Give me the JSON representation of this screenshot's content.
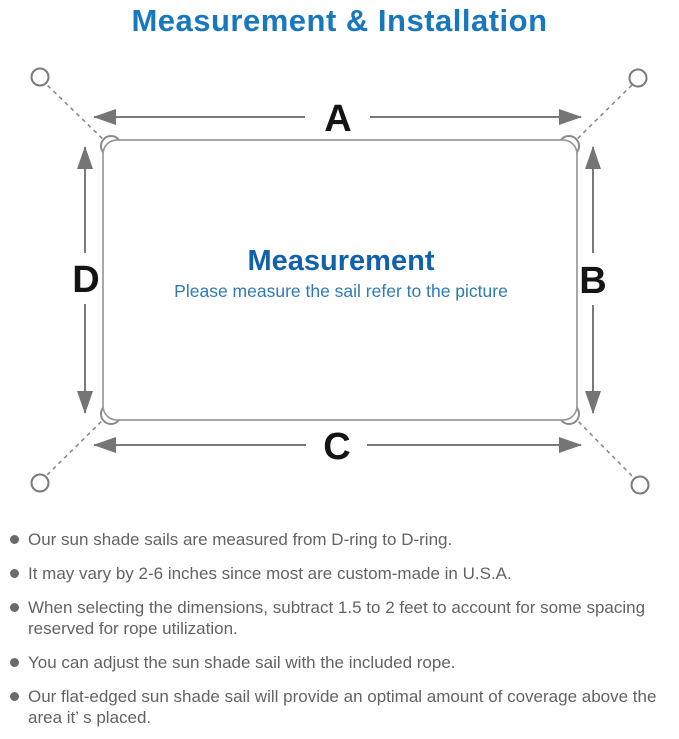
{
  "title": {
    "text": "Measurement & Installation",
    "color": "#1778be"
  },
  "diagram": {
    "labels": {
      "top": "A",
      "right": "B",
      "bottom": "C",
      "left": "D"
    },
    "center_title": "Measurement",
    "center_subtitle": "Please measure the sail refer to the picture",
    "colors": {
      "line_gray": "#7a7a7a",
      "outline_gray": "#9a9a9a",
      "center_title_blue": "#1261ab",
      "center_subtitle_blue": "#2e79b9",
      "label_black": "#141414"
    }
  },
  "notes": {
    "items": [
      "Our sun shade sails are measured from D-ring to D-ring.",
      "It may vary by 2-6 inches since most are custom-made in U.S.A.",
      "When selecting the dimensions, subtract 1.5 to 2 feet to account for some spacing reserved for rope utilization.",
      "You can adjust the sun shade sail with the included rope.",
      "Our flat-edged sun shade sail will provide an optimal amount of coverage above the area it’ s placed."
    ]
  }
}
